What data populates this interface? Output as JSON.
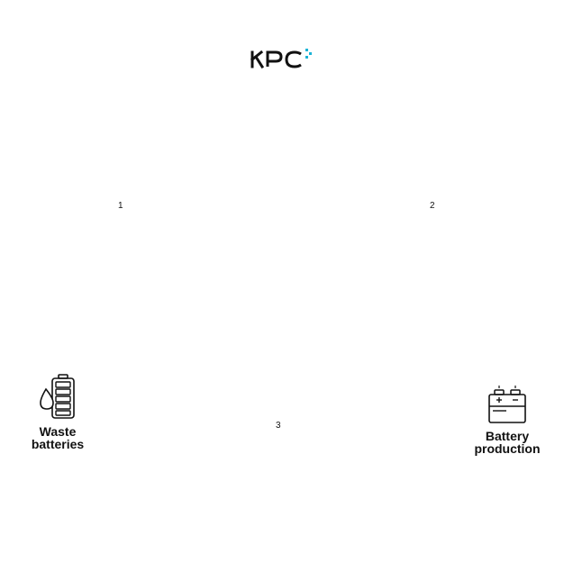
{
  "logo": {
    "text": "KPC",
    "accent_color": "#1bb3d6",
    "text_color": "#111111"
  },
  "steps": {
    "step_1": "1",
    "step_2": "2",
    "step_3": "3"
  },
  "nodes": {
    "waste_batteries": {
      "label_line1": "Waste",
      "label_line2": "batteries",
      "icon": "battery-with-drop-icon"
    },
    "battery_production": {
      "label_line1": "Battery",
      "label_line2": "production",
      "icon": "car-battery-icon"
    }
  }
}
